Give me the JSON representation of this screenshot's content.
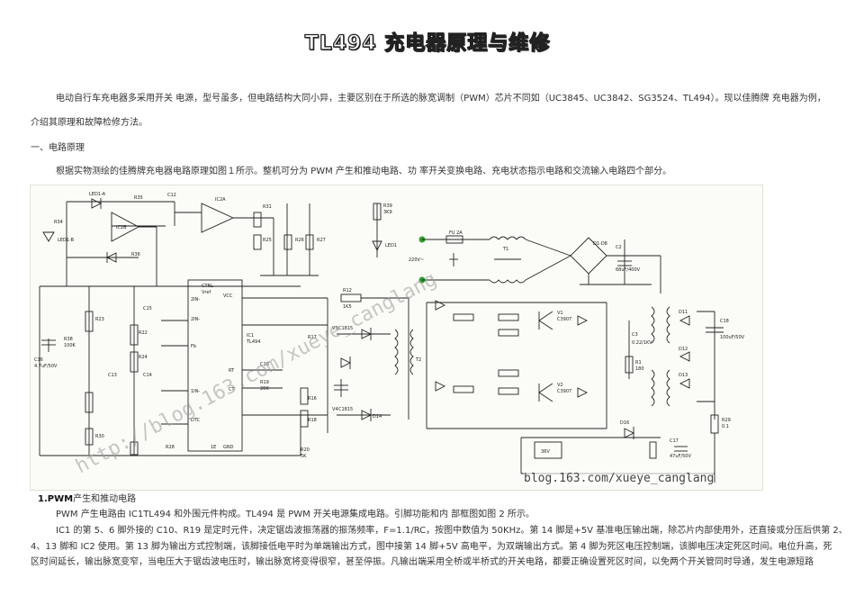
{
  "document": {
    "title": "TL494 充电器原理与维修",
    "intro_line1": "电动自行车充电器多采用开关 电源，型号虽多，但电路结构大同小异，主要区别在于所选的脉宽调制（PWM）芯片不同如（UC3845、UC3842、SG3524、TL494）。现以佳腾牌 充电器为例，",
    "intro_line2": "介绍其原理和故障检修方法。",
    "section1_heading": "一、电路原理",
    "section1_para": "根据实物测绘的佳腾牌充电器电路原理如图１所示。整机可分为 PWM 产生和推动电路、功 率开关变换电路、充电状态指示电路和交流输入电路四个部分。",
    "subsection1_num": "1.PWM",
    "subsection1_heading": "产生和推动电路",
    "subsection1_para": "PWM 产生电路由 IC1TL494 和外围元件构成。TL494 是 PWM 开关电源集成电路。引脚功能和内 部框图如图 2 所示。",
    "para4_line1": "IC1 的第 5、6 脚外接的 C10、R19 是定时元件，决定锯齿波振荡器的振荡频率，F=1.1/RC，按图中数值为 50KHz。第 14 脚是+5V 基准电压输出端，除芯片内部使用外，还直接或分压后供第 2、",
    "para4_line2": "4、13 脚和 IC2 使用。第 13 脚为输出方式控制端，该脚接低电平时为单端输出方式，图中接第 14 脚+5V 高电平，为双端输出方式。第 4 脚为死区电压控制端，该脚电压决定死区时间。电位升高，死",
    "para4_line3": "区时间延长，输出脉宽变窄，当电压大于锯齿波电压时，输出脉宽将变得很窄，甚至停振。凡输出端采用全桥或半桥式的开关电路，都要正确设置死区时间，以免两个开关管同时导通，发生电源短路"
  },
  "diagram": {
    "watermark": "http://blog.163.com/xueye_canglang",
    "caption": "blog.163.com/xueye_canglang",
    "labels": {
      "ic1_name": "IC1",
      "ic1_part": "TL494",
      "ic2_name": "IC2A",
      "ic2b": "IC2B",
      "vref": "Vref",
      "pin_ctrl": "CTRL",
      "pin_vcc": "VCC",
      "pin_2in": "2IN-",
      "pin_fb": "Fb",
      "pin_rt": "RT",
      "pin_ct": "CT",
      "pin_1in": "1IN-",
      "pin_dtc": "DTC",
      "pin_e1": "1E",
      "pin_gnd": "GND",
      "fuse": "FU 2A",
      "ac_in": "220V~",
      "t1": "T1",
      "t2": "T2",
      "bridge": "D1-D8",
      "led_top": "LED1-A",
      "led_right": "LED1",
      "led_left": "LED1-B",
      "c16": "C16",
      "c16_val": "4.7uF/50V",
      "c18": "C18",
      "c18_val": "100uF/50V",
      "c2": "C2",
      "c2_val": "68uF/400V",
      "c3": "C3",
      "c3_val": "0.22/1KV",
      "v1": "V1",
      "v2": "V2",
      "v1_part": "C3907",
      "v3": "V3",
      "v4": "V4",
      "v3_part": "C1815",
      "r38": "R38",
      "r38_val": "100K",
      "r39": "R39",
      "r39_val": "3K9",
      "r12": "R12",
      "r12_val": "1K5",
      "r20": "R20",
      "r20_val": "5K",
      "r29": "R29",
      "r29_val": "0.1",
      "r1": "R1",
      "r1_val": "180",
      "battery": "36V",
      "d16": "D16",
      "d11": "D11",
      "d12": "D12",
      "d13": "D13",
      "d14": "D14",
      "c17": "C17",
      "c17_val": "47uF/50V",
      "c15": "C15",
      "c14": "C14",
      "c13": "C13",
      "c12": "C12",
      "c10": "C10",
      "r19": "R19",
      "r19_val": "20K",
      "r22": "R22",
      "r23": "R23",
      "r24": "R24",
      "r25": "R25",
      "r26": "R26",
      "r27": "R27",
      "r28": "R28",
      "r30": "R30",
      "r31": "R31",
      "r34": "R34",
      "r35": "R35",
      "r36": "R36",
      "r16": "R16",
      "r17": "R17",
      "r18": "R18"
    }
  }
}
